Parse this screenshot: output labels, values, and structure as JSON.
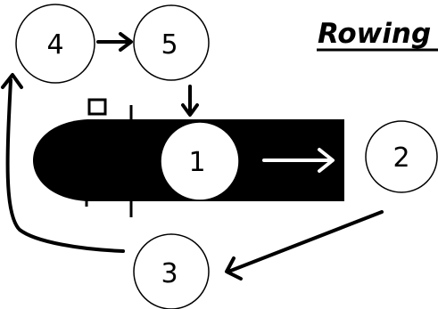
{
  "title": "Rowing",
  "colors": {
    "ink": "#000000",
    "paper": "#ffffff"
  },
  "nodes": [
    {
      "id": "1",
      "label": "1"
    },
    {
      "id": "2",
      "label": "2"
    },
    {
      "id": "3",
      "label": "3"
    },
    {
      "id": "4",
      "label": "4"
    },
    {
      "id": "5",
      "label": "5"
    }
  ],
  "edges": [
    {
      "from": "1",
      "to": "2"
    },
    {
      "from": "2",
      "to": "3"
    },
    {
      "from": "3",
      "to": "4"
    },
    {
      "from": "4",
      "to": "5"
    },
    {
      "from": "5",
      "to": "1"
    }
  ],
  "boat": {
    "shape": "rowing-boat-silhouette",
    "marker": "small-square"
  }
}
